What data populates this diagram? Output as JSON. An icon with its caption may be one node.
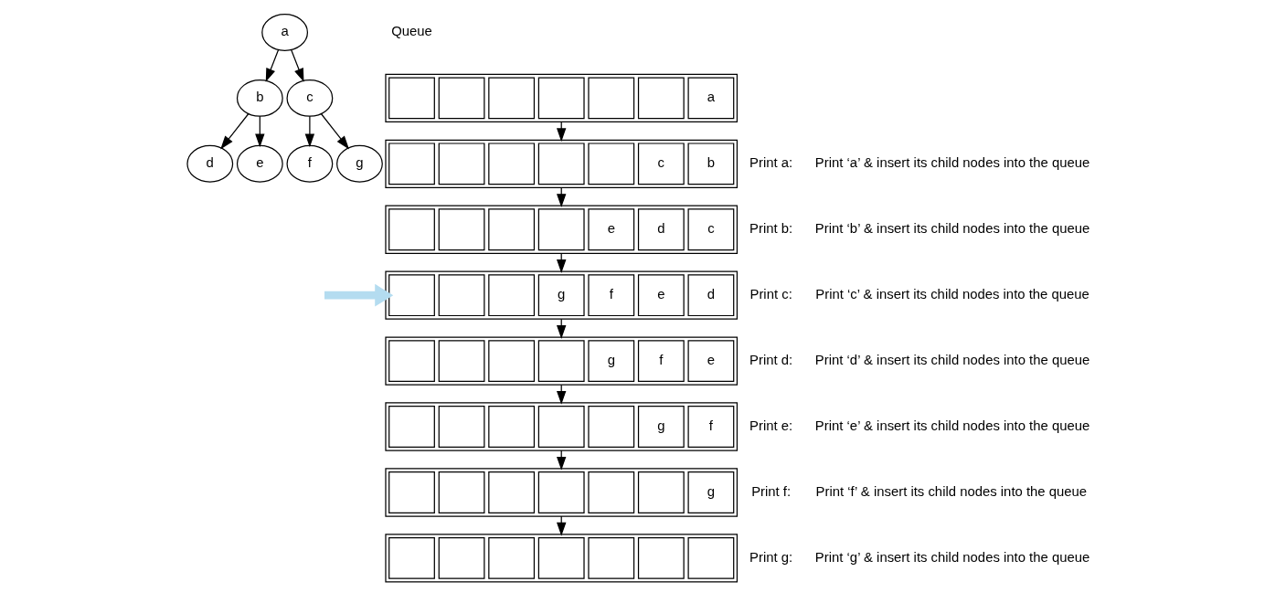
{
  "diagram": {
    "nodes": [
      {
        "text": [
          "a"
        ]
      },
      {
        "text": [
          "b"
        ]
      },
      {
        "text": [
          "c"
        ]
      },
      {
        "text": [
          "d"
        ]
      },
      {
        "text": [
          "e"
        ]
      },
      {
        "text": [
          "f"
        ]
      },
      {
        "text": [
          "g"
        ]
      },
      {
        "text": [],
        "shape": "box"
      },
      {
        "text": [],
        "shape": "box",
        "in": 7
      },
      {
        "text": [],
        "shape": "box",
        "in": 7
      },
      {
        "text": [],
        "shape": "box",
        "in": 7
      },
      {
        "text": [],
        "shape": "box",
        "in": 7
      },
      {
        "text": [],
        "shape": "box",
        "in": 7
      },
      {
        "text": [],
        "shape": "box",
        "in": 7
      },
      {
        "text": [
          "a"
        ],
        "in": 7
      },
      {
        "text": [],
        "shape": "box",
        "beside": [
          "Print a:",
          "Print ‘a’ & insert its child nodes into the queue"
        ]
      },
      {
        "text": [],
        "shape": "box",
        "in": 15
      },
      {
        "text": [],
        "shape": "box",
        "in": 15
      },
      {
        "text": [],
        "shape": "box",
        "in": 15
      },
      {
        "text": [],
        "shape": "box",
        "in": 15
      },
      {
        "text": [],
        "shape": "box",
        "in": 15
      },
      {
        "text": [
          "c"
        ],
        "in": 15
      },
      {
        "text": [
          "b"
        ],
        "in": 15
      },
      {
        "text": [],
        "shape": "box",
        "beside": [
          "Print b:",
          "Print ‘b’ & insert its child nodes into the queue"
        ]
      },
      {
        "text": [],
        "shape": "box",
        "in": 23
      },
      {
        "text": [],
        "shape": "box",
        "in": 23
      },
      {
        "text": [],
        "shape": "box",
        "in": 23
      },
      {
        "text": [],
        "shape": "box",
        "in": 23
      },
      {
        "text": [
          "e"
        ],
        "in": 23
      },
      {
        "text": [
          "d"
        ],
        "in": 23
      },
      {
        "text": [
          "c"
        ],
        "in": 23
      },
      {
        "text": [],
        "shape": "box",
        "beside": [
          "Print c:",
          "Print ‘c’ & insert its child nodes into the queue"
        ]
      },
      {
        "text": [],
        "shape": "box",
        "in": 31
      },
      {
        "text": [],
        "shape": "box",
        "in": 31
      },
      {
        "text": [],
        "shape": "box",
        "in": 31
      },
      {
        "text": [
          "g"
        ],
        "in": 31
      },
      {
        "text": [
          "f"
        ],
        "in": 31
      },
      {
        "text": [
          "e"
        ],
        "in": 31
      },
      {
        "text": [
          "d"
        ],
        "in": 31
      },
      {
        "text": [],
        "shape": "box",
        "beside": [
          "Print d:",
          "Print ‘d’ & insert its child nodes into the queue"
        ]
      },
      {
        "text": [],
        "shape": "box",
        "in": 39
      },
      {
        "text": [],
        "shape": "box",
        "in": 39
      },
      {
        "text": [],
        "shape": "box",
        "in": 39
      },
      {
        "text": [],
        "shape": "box",
        "in": 39
      },
      {
        "text": [
          "g"
        ],
        "in": 39
      },
      {
        "text": [
          "f"
        ],
        "in": 39
      },
      {
        "text": [
          "e"
        ],
        "in": 39
      },
      {
        "text": [],
        "shape": "box",
        "beside": [
          "Print e:",
          "Print ‘e’ & insert its child nodes into the queue"
        ]
      },
      {
        "text": [],
        "shape": "box",
        "in": 47
      },
      {
        "text": [],
        "shape": "box",
        "in": 47
      },
      {
        "text": [],
        "shape": "box",
        "in": 47
      },
      {
        "text": [],
        "shape": "box",
        "in": 47
      },
      {
        "text": [],
        "shape": "box",
        "in": 47
      },
      {
        "text": [
          "g"
        ],
        "in": 47
      },
      {
        "text": [
          "f"
        ],
        "in": 47
      },
      {
        "text": [],
        "shape": "box",
        "beside": [
          "Print f:",
          "Print ‘f’ & insert its child nodes into the queue"
        ]
      },
      {
        "text": [],
        "shape": "box",
        "in": 55
      },
      {
        "text": [],
        "shape": "box",
        "in": 55
      },
      {
        "text": [],
        "shape": "box",
        "in": 55
      },
      {
        "text": [],
        "shape": "box",
        "in": 55
      },
      {
        "text": [],
        "shape": "box",
        "in": 55
      },
      {
        "text": [],
        "shape": "box",
        "in": 55
      },
      {
        "text": [
          "g"
        ],
        "in": 55
      },
      {
        "text": [],
        "shape": "box",
        "beside": [
          "Print g:",
          "Print ‘g’ & insert its child nodes into the queue"
        ]
      },
      {
        "text": [],
        "shape": "box",
        "in": 63
      },
      {
        "text": [],
        "shape": "box",
        "in": 63
      },
      {
        "text": [],
        "shape": "box",
        "in": 63
      },
      {
        "text": [],
        "shape": "box",
        "in": 63
      },
      {
        "text": [],
        "shape": "box",
        "in": 63
      },
      {
        "text": [],
        "shape": "box",
        "in": 63
      },
      {
        "text": [],
        "shape": "box",
        "in": 63
      }
    ],
    "edges": [
      {
        "from": 0,
        "to": 1,
        "arrow": "to"
      },
      {
        "from": 0,
        "to": 2,
        "arrow": "to"
      },
      {
        "from": 1,
        "to": 3,
        "arrow": "to"
      },
      {
        "from": 1,
        "to": 4,
        "arrow": "to"
      },
      {
        "from": 2,
        "to": 5,
        "arrow": "to"
      },
      {
        "from": 2,
        "to": 6,
        "arrow": "to"
      },
      {
        "from": 7,
        "to": 15,
        "arrow": "to"
      },
      {
        "from": 15,
        "to": 23,
        "arrow": "to"
      },
      {
        "from": 23,
        "to": 31,
        "arrow": "to"
      },
      {
        "from": 31,
        "to": 39,
        "arrow": "to"
      },
      {
        "from": 39,
        "to": 47,
        "arrow": "to"
      },
      {
        "from": 47,
        "to": 55,
        "arrow": "to"
      },
      {
        "from": 55,
        "to": 63,
        "arrow": "to"
      },
      {
        "from": null,
        "to": 31,
        "arrow": "to",
        "style": "thick",
        "color": "#b4dcf0"
      }
    ],
    "labels": [
      "Queue"
    ]
  }
}
